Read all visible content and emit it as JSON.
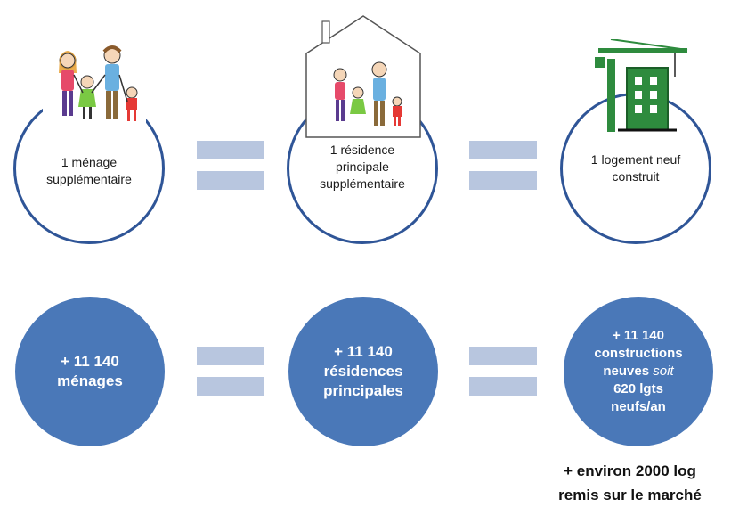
{
  "top_row": {
    "left_label": [
      "1 ménage",
      "supplémentaire"
    ],
    "middle_label": [
      "1 résidence",
      "principale",
      "supplémentaire"
    ],
    "right_label": [
      "1 logement neuf",
      "construit"
    ]
  },
  "bottom_row": {
    "left": [
      "+ 11 140",
      "ménages"
    ],
    "middle": [
      "+ 11 140",
      "résidences",
      "principales"
    ],
    "right": {
      "line1": "+ 11 140",
      "line2": "constructions",
      "line3_a": "neuves ",
      "line3_b": "soit",
      "line4": "620 lgts",
      "line5": "neufs/an"
    }
  },
  "footnote": [
    "+ environ 2000 log",
    "remis sur le marché"
  ],
  "icons": [
    "family-illustration",
    "house-family-illustration",
    "crane-building-illustration"
  ],
  "colors": {
    "circle_outline": "#2f5597",
    "circle_fill": "#4a78b8",
    "equals_bar": "#b8c6df",
    "building": "#2e8b3e",
    "crane": "#2e8b3e"
  }
}
